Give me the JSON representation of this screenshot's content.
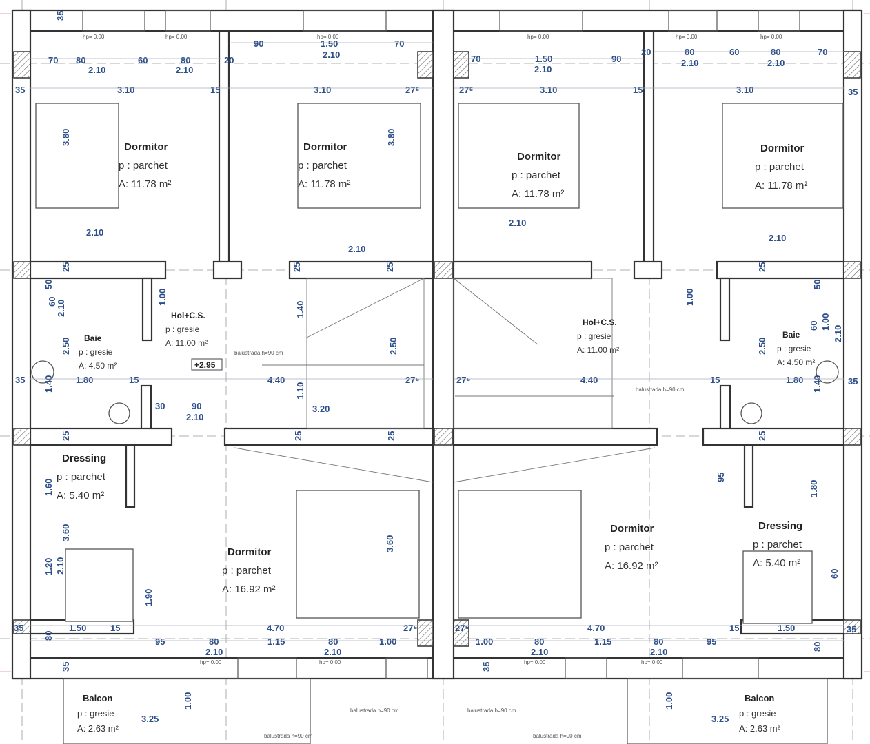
{
  "plan": {
    "rooms": [
      {
        "name": "Dormitor",
        "floor": "p : parchet",
        "area": "A: 11.78 m²"
      },
      {
        "name": "Dormitor",
        "floor": "p : parchet",
        "area": "A: 11.78 m²"
      },
      {
        "name": "Dormitor",
        "floor": "p : parchet",
        "area": "A: 11.78 m²"
      },
      {
        "name": "Dormitor",
        "floor": "p : parchet",
        "area": "A: 11.78 m²"
      },
      {
        "name": "Baie",
        "floor": "p : gresie",
        "area": "A: 4.50 m²"
      },
      {
        "name": "Hol+C.S.",
        "floor": "p : gresie",
        "area": "A: 11.00 m²"
      },
      {
        "name": "Hol+C.S.",
        "floor": "p : gresie",
        "area": "A: 11.00 m²"
      },
      {
        "name": "Baie",
        "floor": "p : gresie",
        "area": "A: 4.50 m²"
      },
      {
        "name": "Dressing",
        "floor": "p : parchet",
        "area": "A: 5.40 m²"
      },
      {
        "name": "Dormitor",
        "floor": "p : parchet",
        "area": "A: 16.92 m²"
      },
      {
        "name": "Dormitor",
        "floor": "p : parchet",
        "area": "A: 16.92 m²"
      },
      {
        "name": "Dressing",
        "floor": "p : parchet",
        "area": "A: 5.40 m²"
      },
      {
        "name": "Balcon",
        "floor": "p : gresie",
        "area": "A: 2.63 m²"
      },
      {
        "name": "Balcon",
        "floor": "p : gresie",
        "area": "A: 2.63 m²"
      }
    ],
    "level_mark": "+2.95",
    "notes": [
      "balustrada h=90 cm",
      "balustrada h=90 cm",
      "balustrada h=90 cm",
      "balustrada h=90 cm",
      "balustrada h=90 cm",
      "balustrada h=90 cm"
    ],
    "sill_labels": [
      "hp= 0.00",
      "hp= 0.00",
      "hp= 0.00",
      "hp= 0.00",
      "hp= 0.00",
      "hp= 0.00",
      "hp= 0.00",
      "hp= 0.00",
      "hp= 0.00",
      "hp= 0.00"
    ],
    "dimensions": [
      "35",
      "70",
      "80",
      "2.10",
      "60",
      "80",
      "2.10",
      "20",
      "90",
      "1.50",
      "2.10",
      "70",
      "70",
      "1.50",
      "2.10",
      "90",
      "20",
      "80",
      "2.10",
      "60",
      "80",
      "2.10",
      "70",
      "35",
      "3.10",
      "15",
      "3.10",
      "27⁵",
      "27⁵",
      "3.10",
      "15",
      "3.10",
      "35",
      "3.80",
      "3.80",
      "2.10",
      "2.10",
      "2.10",
      "2.10",
      "25",
      "25",
      "25",
      "25",
      "50",
      "50",
      "1.00",
      "1.00",
      "1.40",
      "2.50",
      "2.50",
      "2.50",
      "35",
      "1.80",
      "15",
      "4.40",
      "27⁵",
      "27⁵",
      "4.40",
      "15",
      "1.80",
      "35",
      "1.40",
      "1.10",
      "3.20",
      "30",
      "90",
      "2.10",
      "1.40",
      "25",
      "25",
      "25",
      "25",
      "1.60",
      "1.80",
      "95",
      "3.60",
      "3.60",
      "1.90",
      "1.20",
      "2.10",
      "35",
      "1.50",
      "15",
      "4.70",
      "27⁵",
      "27⁵",
      "4.70",
      "15",
      "1.50",
      "35",
      "80",
      "95",
      "80",
      "1.15",
      "80",
      "1.00",
      "1.00",
      "80",
      "1.15",
      "80",
      "95",
      "80",
      "2.10",
      "2.10",
      "2.10",
      "2.10",
      "35",
      "35",
      "3.25",
      "1.00",
      "3.25",
      "1.00",
      "60",
      "2.10",
      "2.10",
      "60",
      "60",
      "1.00"
    ]
  },
  "colors": {
    "dimension_text": "#2c4f8a",
    "walls": "#333333",
    "axis_lines": "#d88888"
  }
}
